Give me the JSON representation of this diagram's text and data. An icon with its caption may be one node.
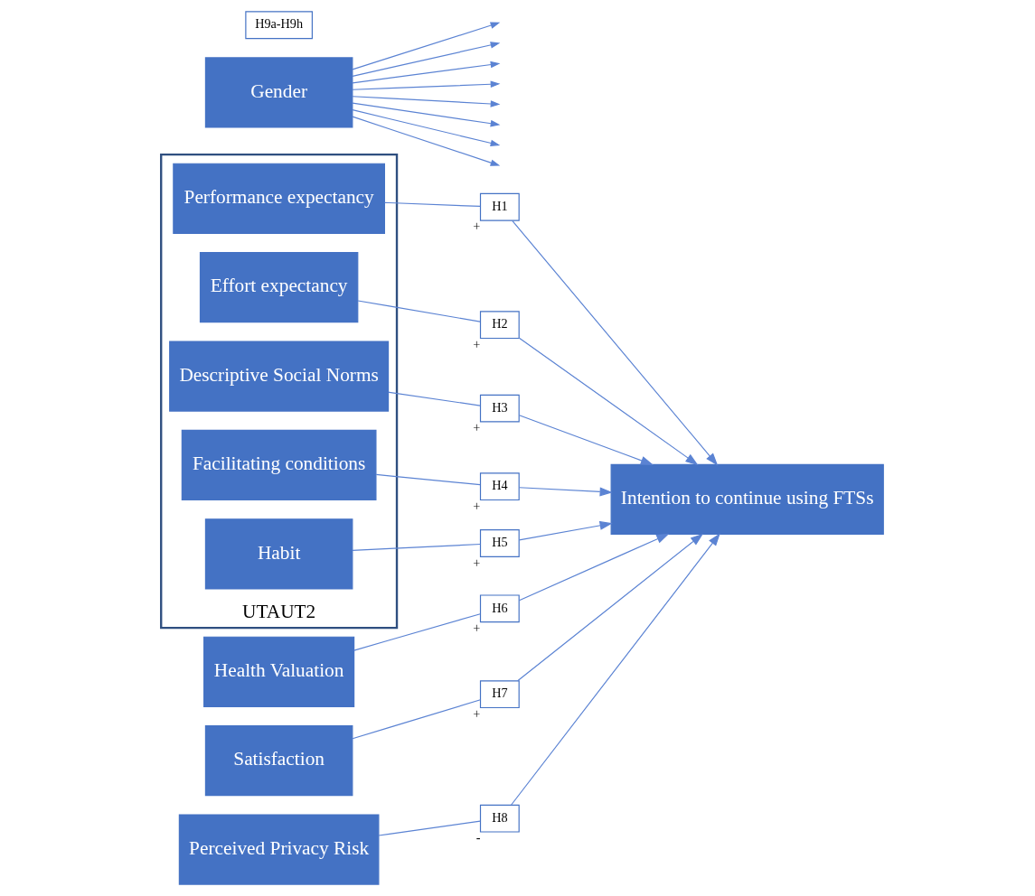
{
  "diagram": {
    "nodes": [
      {
        "text": [
          "UTAUT2"
        ]
      },
      {
        "text": [
          "Performance expectancy"
        ],
        "in": 0
      },
      {
        "text": [
          "Effort expectancy"
        ],
        "in": 0
      },
      {
        "text": [
          "Descriptive Social Norms"
        ],
        "in": 0
      },
      {
        "text": [
          "Facilitating conditions"
        ],
        "in": 0
      },
      {
        "text": [
          "Habit"
        ],
        "in": 0
      },
      {
        "text": [
          "Health Valuation"
        ]
      },
      {
        "text": [
          "Satisfaction"
        ]
      },
      {
        "text": [
          "Perceived Privacy Risk"
        ]
      },
      {
        "text": [
          "Gender"
        ]
      },
      {
        "text": [
          "H9a-H9h"
        ]
      },
      {
        "text": [
          "H1"
        ],
        "beside": [
          "+"
        ]
      },
      {
        "text": [
          "H2"
        ],
        "beside": [
          "+"
        ]
      },
      {
        "text": [
          "H3"
        ],
        "beside": [
          "+"
        ]
      },
      {
        "text": [
          "H4"
        ],
        "beside": [
          "+"
        ]
      },
      {
        "text": [
          "H5"
        ],
        "beside": [
          "+"
        ]
      },
      {
        "text": [
          "H6"
        ],
        "beside": [
          "+"
        ]
      },
      {
        "text": [
          "H7"
        ],
        "beside": [
          "+"
        ]
      },
      {
        "text": [
          "H8"
        ],
        "beside": [
          "-"
        ]
      },
      {
        "text": [
          "Intention to continue using FTSs"
        ]
      }
    ],
    "edges": [
      {
        "from": 1,
        "to": 11,
        "arrow": "none"
      },
      {
        "from": 2,
        "to": 12,
        "arrow": "none"
      },
      {
        "from": 3,
        "to": 13,
        "arrow": "none"
      },
      {
        "from": 4,
        "to": 14,
        "arrow": "none"
      },
      {
        "from": 5,
        "to": 15,
        "arrow": "none"
      },
      {
        "from": 6,
        "to": 16,
        "arrow": "none"
      },
      {
        "from": 7,
        "to": 17,
        "arrow": "none"
      },
      {
        "from": 8,
        "to": 18,
        "arrow": "none"
      },
      {
        "from": 11,
        "to": 19,
        "arrow": "to"
      },
      {
        "from": 12,
        "to": 19,
        "arrow": "to"
      },
      {
        "from": 13,
        "to": 19,
        "arrow": "to"
      },
      {
        "from": 14,
        "to": 19,
        "arrow": "to"
      },
      {
        "from": 15,
        "to": 19,
        "arrow": "to"
      },
      {
        "from": 16,
        "to": 19,
        "arrow": "to"
      },
      {
        "from": 17,
        "to": 19,
        "arrow": "to"
      },
      {
        "from": 18,
        "to": 19,
        "arrow": "to"
      },
      {
        "from": 9,
        "to": null,
        "arrow": "to"
      },
      {
        "from": 9,
        "to": null,
        "arrow": "to"
      },
      {
        "from": 9,
        "to": null,
        "arrow": "to"
      },
      {
        "from": 9,
        "to": null,
        "arrow": "to"
      },
      {
        "from": 9,
        "to": null,
        "arrow": "to"
      },
      {
        "from": 9,
        "to": null,
        "arrow": "to"
      },
      {
        "from": 9,
        "to": null,
        "arrow": "to"
      },
      {
        "from": 9,
        "to": null,
        "arrow": "to"
      }
    ]
  }
}
